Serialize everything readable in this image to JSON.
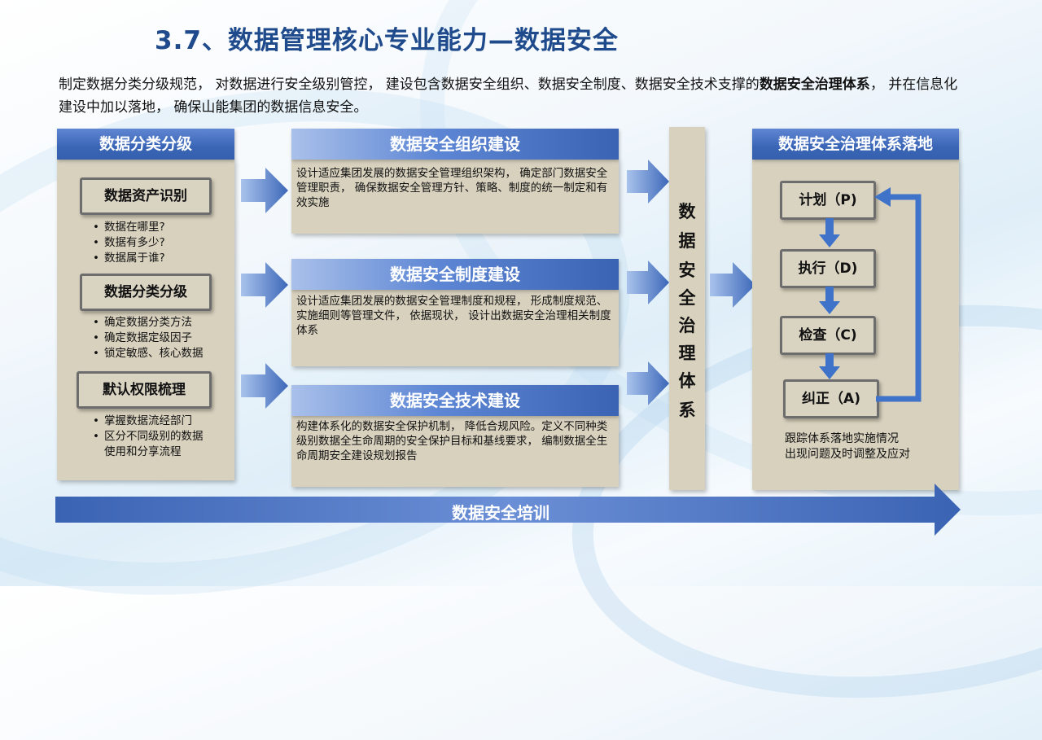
{
  "title": "3.7、数据管理核心专业能力—数据安全",
  "intro": {
    "text": "制定数据分类分级规范， 对数据进行安全级别管控， 建设包含数据安全组织、数据安全制度、数据安全技术支撑的",
    "bold": "数据安全治理体系",
    "tail": "， 并在信息化建设中加以落地， 确保山能集团的数据信息安全。"
  },
  "classify": {
    "header": "数据分类分级",
    "groups": [
      {
        "label": "数据资产识别",
        "items": [
          "数据在哪里?",
          "数据有多少?",
          "数据属于谁?"
        ]
      },
      {
        "label": "数据分类分级",
        "items": [
          "确定数据分类方法",
          "确定数据定级因子",
          "锁定敏感、核心数据"
        ]
      },
      {
        "label": "默认权限梳理",
        "items": [
          "掌握数据流经部门",
          "区分不同级别的数据使用和分享流程"
        ]
      }
    ]
  },
  "construction": [
    {
      "header": "数据安全组织建设",
      "desc": "设计适应集团发展的数据安全管理组织架构， 确定部门数据安全管理职责， 确保数据安全管理方针、策略、制度的统一制定和有效实施"
    },
    {
      "header": "数据安全制度建设",
      "desc": "设计适应集团发展的数据安全管理制度和规程， 形成制度规范、实施细则等管理文件， 依据现状， 设计出数据安全治理相关制度体系"
    },
    {
      "header": "数据安全技术建设",
      "desc": "构建体系化的数据安全保护机制， 降低合规风险。定义不同种类级别数据全生命周期的安全保护目标和基线要求， 编制数据全生命周期安全建设规划报告"
    }
  ],
  "system": {
    "chars": [
      "数",
      "据",
      "安",
      "全",
      "治",
      "理",
      "体",
      "系"
    ]
  },
  "landing": {
    "header": "数据安全治理体系落地",
    "steps": [
      "计划（P)",
      "执行（D)",
      "检查（C)",
      "纠正（A)"
    ],
    "note_line1": "跟踪体系落地实施情况",
    "note_line2": "出现问题及时调整及应对"
  },
  "training": {
    "label": "数据安全培训"
  },
  "colors": {
    "title": "#1f4b8c",
    "accent": "#3a65b6",
    "panel": "#d8d1be",
    "cycle_arrow": "#3f73c9"
  }
}
